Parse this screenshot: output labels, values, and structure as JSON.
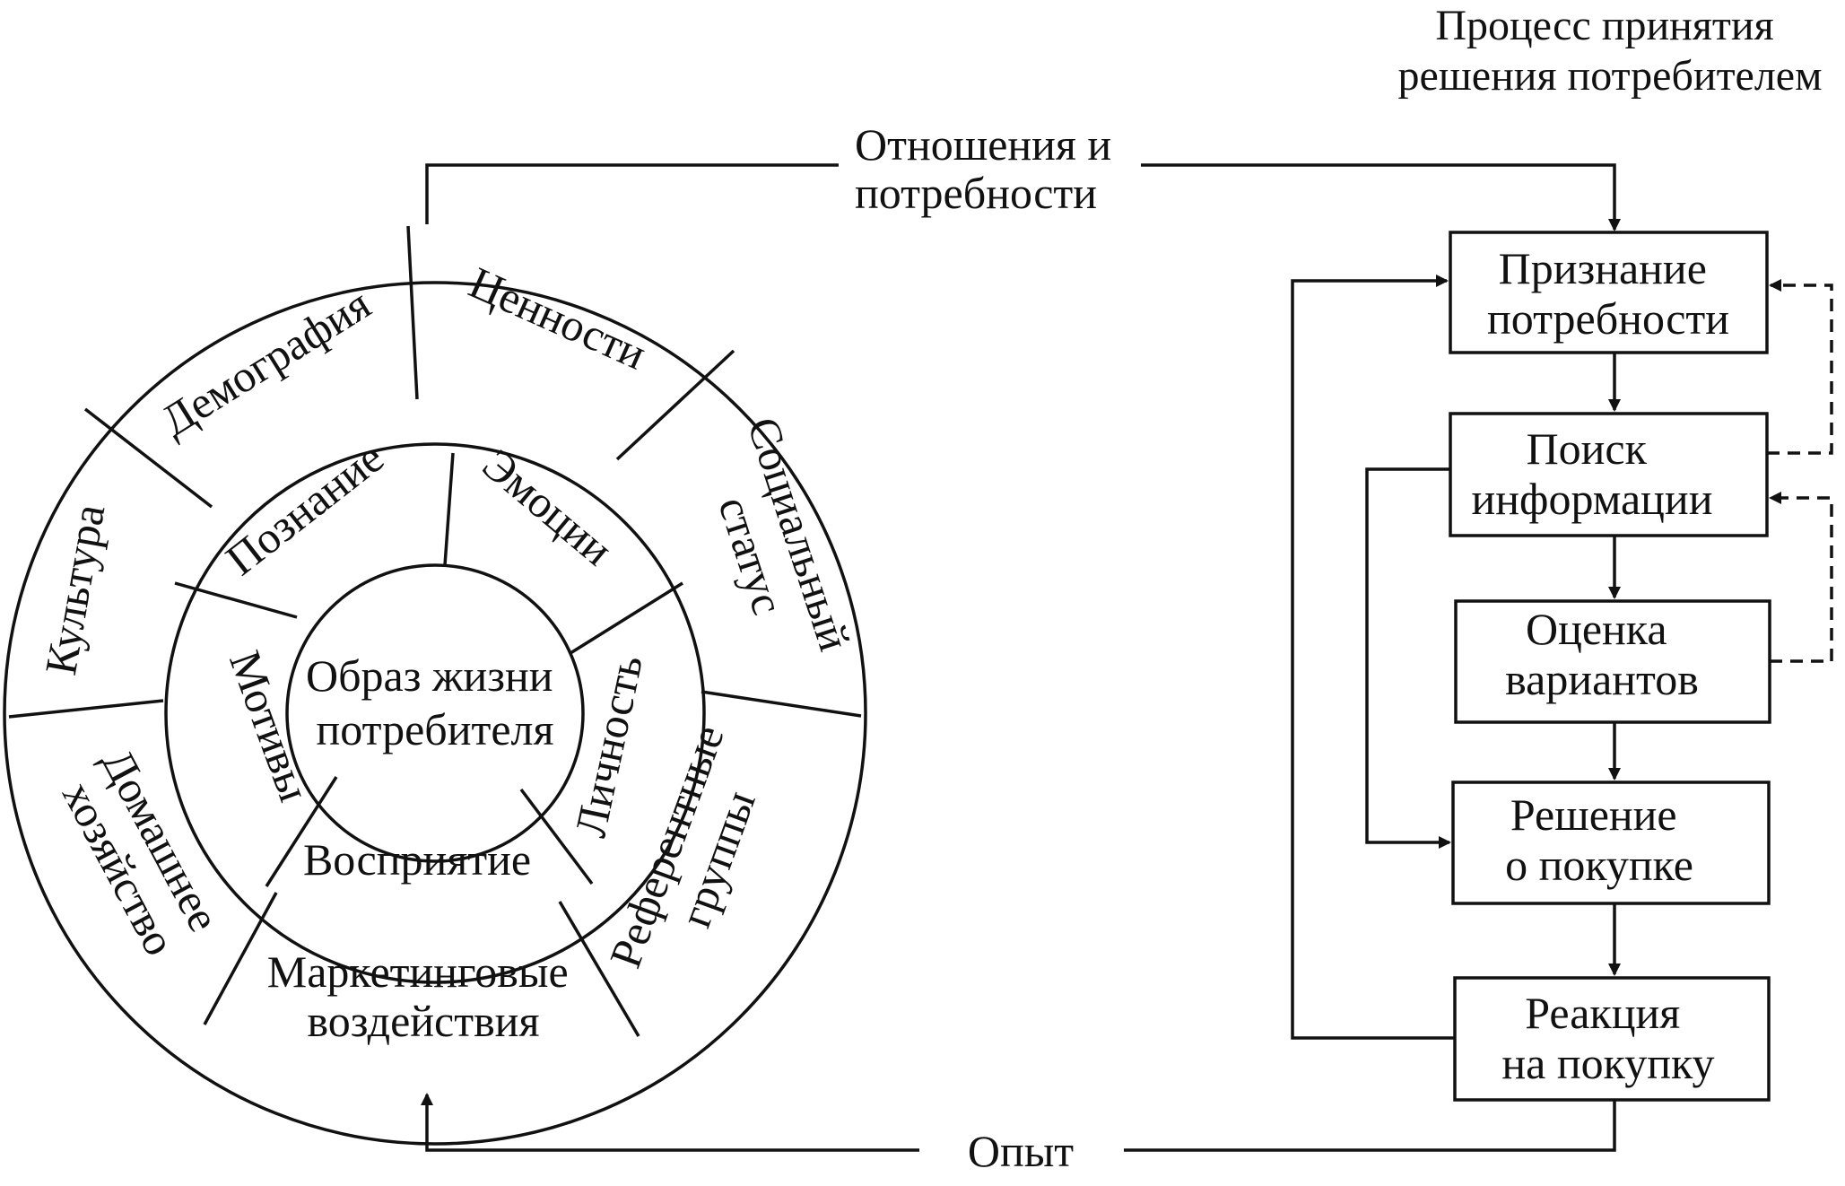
{
  "diagram": {
    "process_title": [
      "Процесс принятия",
      "решения потребителем"
    ],
    "top_label": [
      "Отношения и",
      "потребности"
    ],
    "bottom_label": "Опыт",
    "center": [
      "Образ жизни",
      "потребителя"
    ],
    "inner_ring": [
      "Познание",
      "Эмоции",
      "Личность",
      "Восприятие",
      "Мотивы"
    ],
    "outer_ring": [
      {
        "lines": [
          "Ценности"
        ]
      },
      {
        "lines": [
          "Социальный",
          "статус"
        ]
      },
      {
        "lines": [
          "Референтные",
          "группы"
        ]
      },
      {
        "lines": [
          "Маркетинговые",
          "воздействия"
        ]
      },
      {
        "lines": [
          "Домашнее",
          "хозяйство"
        ]
      },
      {
        "lines": [
          "Культура"
        ]
      },
      {
        "lines": [
          "Демография"
        ]
      }
    ],
    "steps": [
      [
        "Признание",
        "потребности"
      ],
      [
        "Поиск",
        "информации"
      ],
      [
        "Оценка",
        "вариантов"
      ],
      [
        "Решение",
        "о покупке"
      ],
      [
        "Реакция",
        "на покупку"
      ]
    ],
    "colors": {
      "ink": "#111111",
      "background": "#ffffff"
    }
  }
}
